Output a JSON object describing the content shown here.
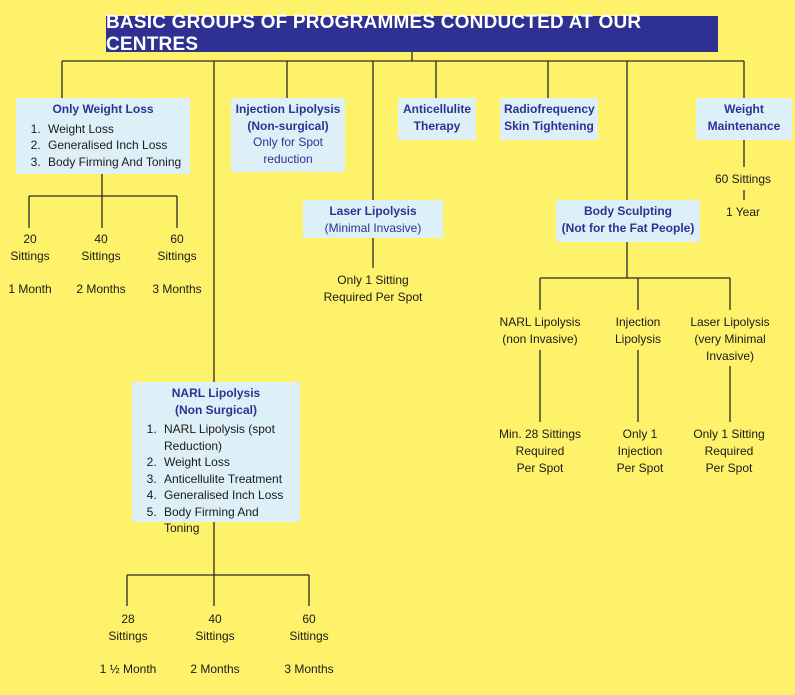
{
  "title": "BASIC GROUPS OF PROGRAMMES CONDUCTED AT OUR CENTRES",
  "weight_loss": {
    "title": "Only Weight Loss",
    "items": [
      "Weight Loss",
      "Generalised Inch Loss",
      "Body Firming And Toning"
    ],
    "options": [
      {
        "count": "20",
        "unit": "Sittings",
        "duration": "1 Month"
      },
      {
        "count": "40",
        "unit": "Sittings",
        "duration": "2 Months"
      },
      {
        "count": "60",
        "unit": "Sittings",
        "duration": "3 Months"
      }
    ]
  },
  "injection_lipolysis": {
    "title_line1": "Injection Lipolysis",
    "title_line2": "(Non-surgical)",
    "sub_line1": "Only for Spot",
    "sub_line2": "reduction"
  },
  "anticellulite": {
    "line1": "Anticellulite",
    "line2": "Therapy"
  },
  "radiofrequency": {
    "line1": "Radiofrequency",
    "line2": "Skin Tightening"
  },
  "weight_maintenance": {
    "line1": "Weight",
    "line2": "Maintenance",
    "sittings": "60 Sittings",
    "duration": "1 Year"
  },
  "laser_lipolysis": {
    "title": "Laser Lipolysis",
    "subtitle": "(Minimal Invasive)",
    "note_line1": "Only 1 Sitting",
    "note_line2": "Required Per Spot"
  },
  "body_sculpting": {
    "title_line1": "Body Sculpting",
    "title_line2": "(Not for the Fat People)",
    "children": [
      {
        "name_line1": "NARL Lipolysis",
        "name_line2": "(non Invasive)",
        "name_line3": "",
        "note_line1": "Min. 28 Sittings",
        "note_line2": "Required",
        "note_line3": "Per Spot"
      },
      {
        "name_line1": "Injection",
        "name_line2": "Lipolysis",
        "name_line3": "",
        "note_line1": "Only 1",
        "note_line2": "Injection",
        "note_line3": "Per Spot"
      },
      {
        "name_line1": "Laser Lipolysis",
        "name_line2": "(very Minimal",
        "name_line3": "Invasive)",
        "note_line1": "Only 1 Sitting",
        "note_line2": "Required",
        "note_line3": "Per Spot"
      }
    ]
  },
  "narl": {
    "title_line1": "NARL Lipolysis",
    "title_line2": "(Non Surgical)",
    "items": [
      "NARL Lipolysis (spot Reduction)",
      "Weight Loss",
      "Anticellulite Treatment",
      "Generalised Inch Loss",
      "Body Firming And Toning"
    ],
    "options": [
      {
        "count": "28",
        "unit": "Sittings",
        "duration": "1 ½ Month"
      },
      {
        "count": "40",
        "unit": "Sittings",
        "duration": "2 Months"
      },
      {
        "count": "60",
        "unit": "Sittings",
        "duration": "3 Months"
      }
    ]
  }
}
